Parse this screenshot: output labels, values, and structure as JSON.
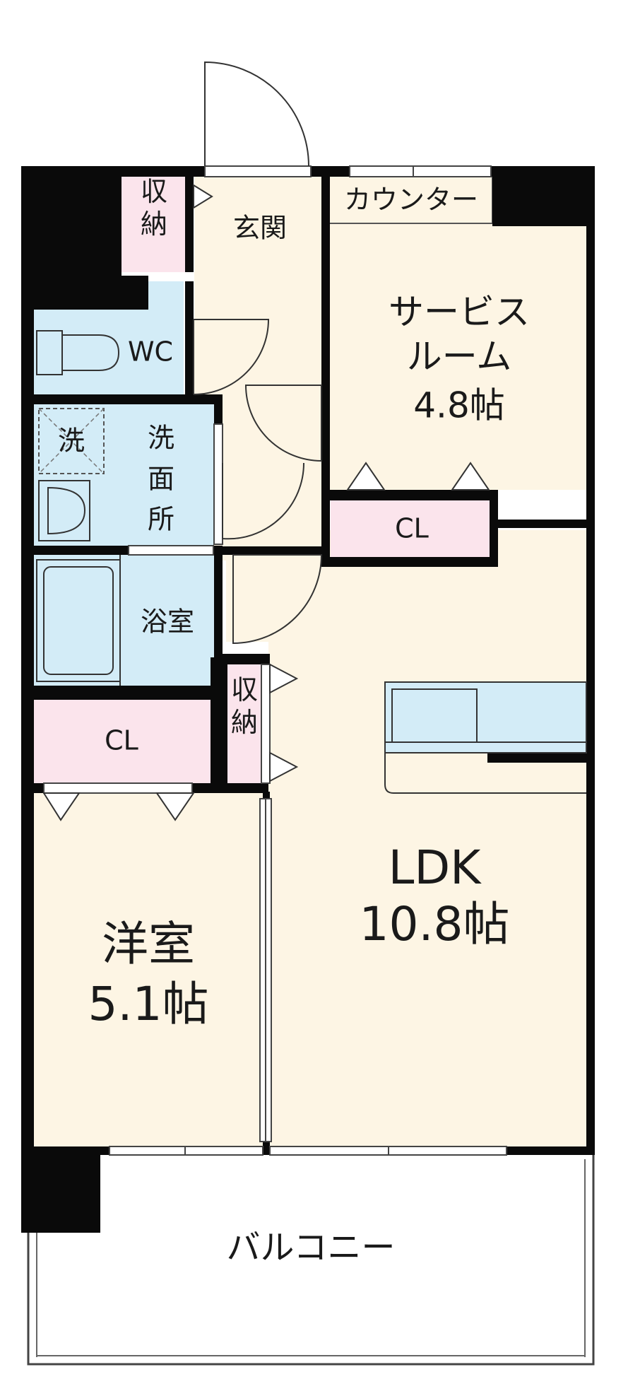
{
  "colors": {
    "living": "#fdf5e4",
    "storage": "#fbe4ec",
    "wet": "#d3ecf7",
    "wall": "#0a0a0a",
    "balcony": "#ffffff"
  },
  "rooms": {
    "closet_top": "収納",
    "entrance": "玄関",
    "counter": "カウンター",
    "service_room": "サービス",
    "service_room_2": "ルーム",
    "service_room_size": "4.8帖",
    "wc": "WC",
    "washer": "洗",
    "washroom_1": "洗",
    "washroom_2": "面",
    "washroom_3": "所",
    "cl_service": "CL",
    "bath": "浴室",
    "closet_mid": "収納",
    "cl_left": "CL",
    "ldk": "LDK",
    "ldk_size": "10.8帖",
    "western_room": "洋室",
    "western_room_size": "5.1帖",
    "balcony": "バルコニー"
  }
}
